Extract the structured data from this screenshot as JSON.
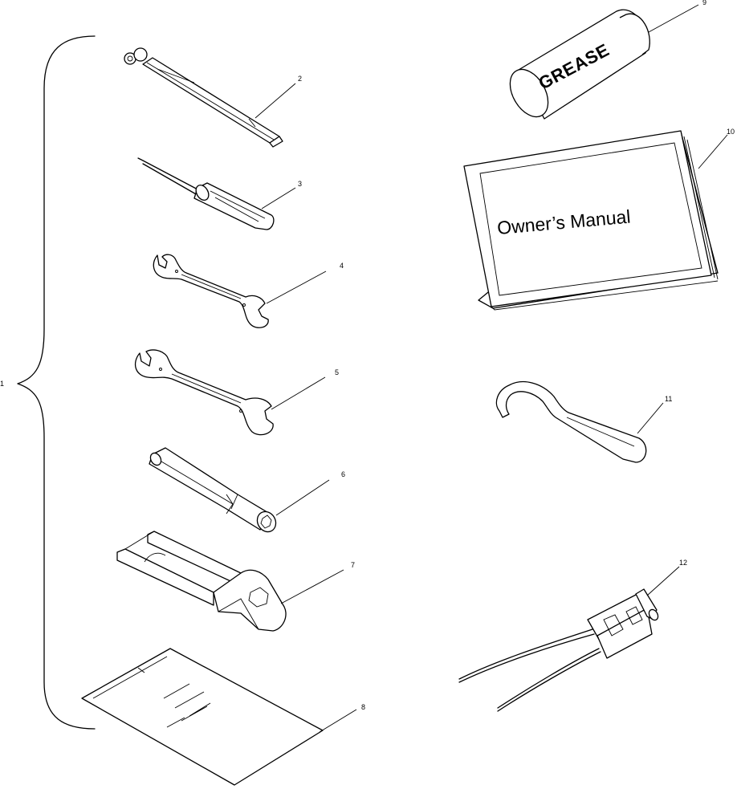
{
  "callouts": {
    "c1": "1",
    "c2": "2",
    "c3": "3",
    "c4": "4",
    "c5": "5",
    "c6": "6",
    "c7": "7",
    "c8": "8",
    "c9": "9",
    "c10": "10",
    "c11": "11",
    "c12": "12"
  },
  "labels": {
    "grease": "GREASE",
    "manual": "Owner’s Manual"
  }
}
